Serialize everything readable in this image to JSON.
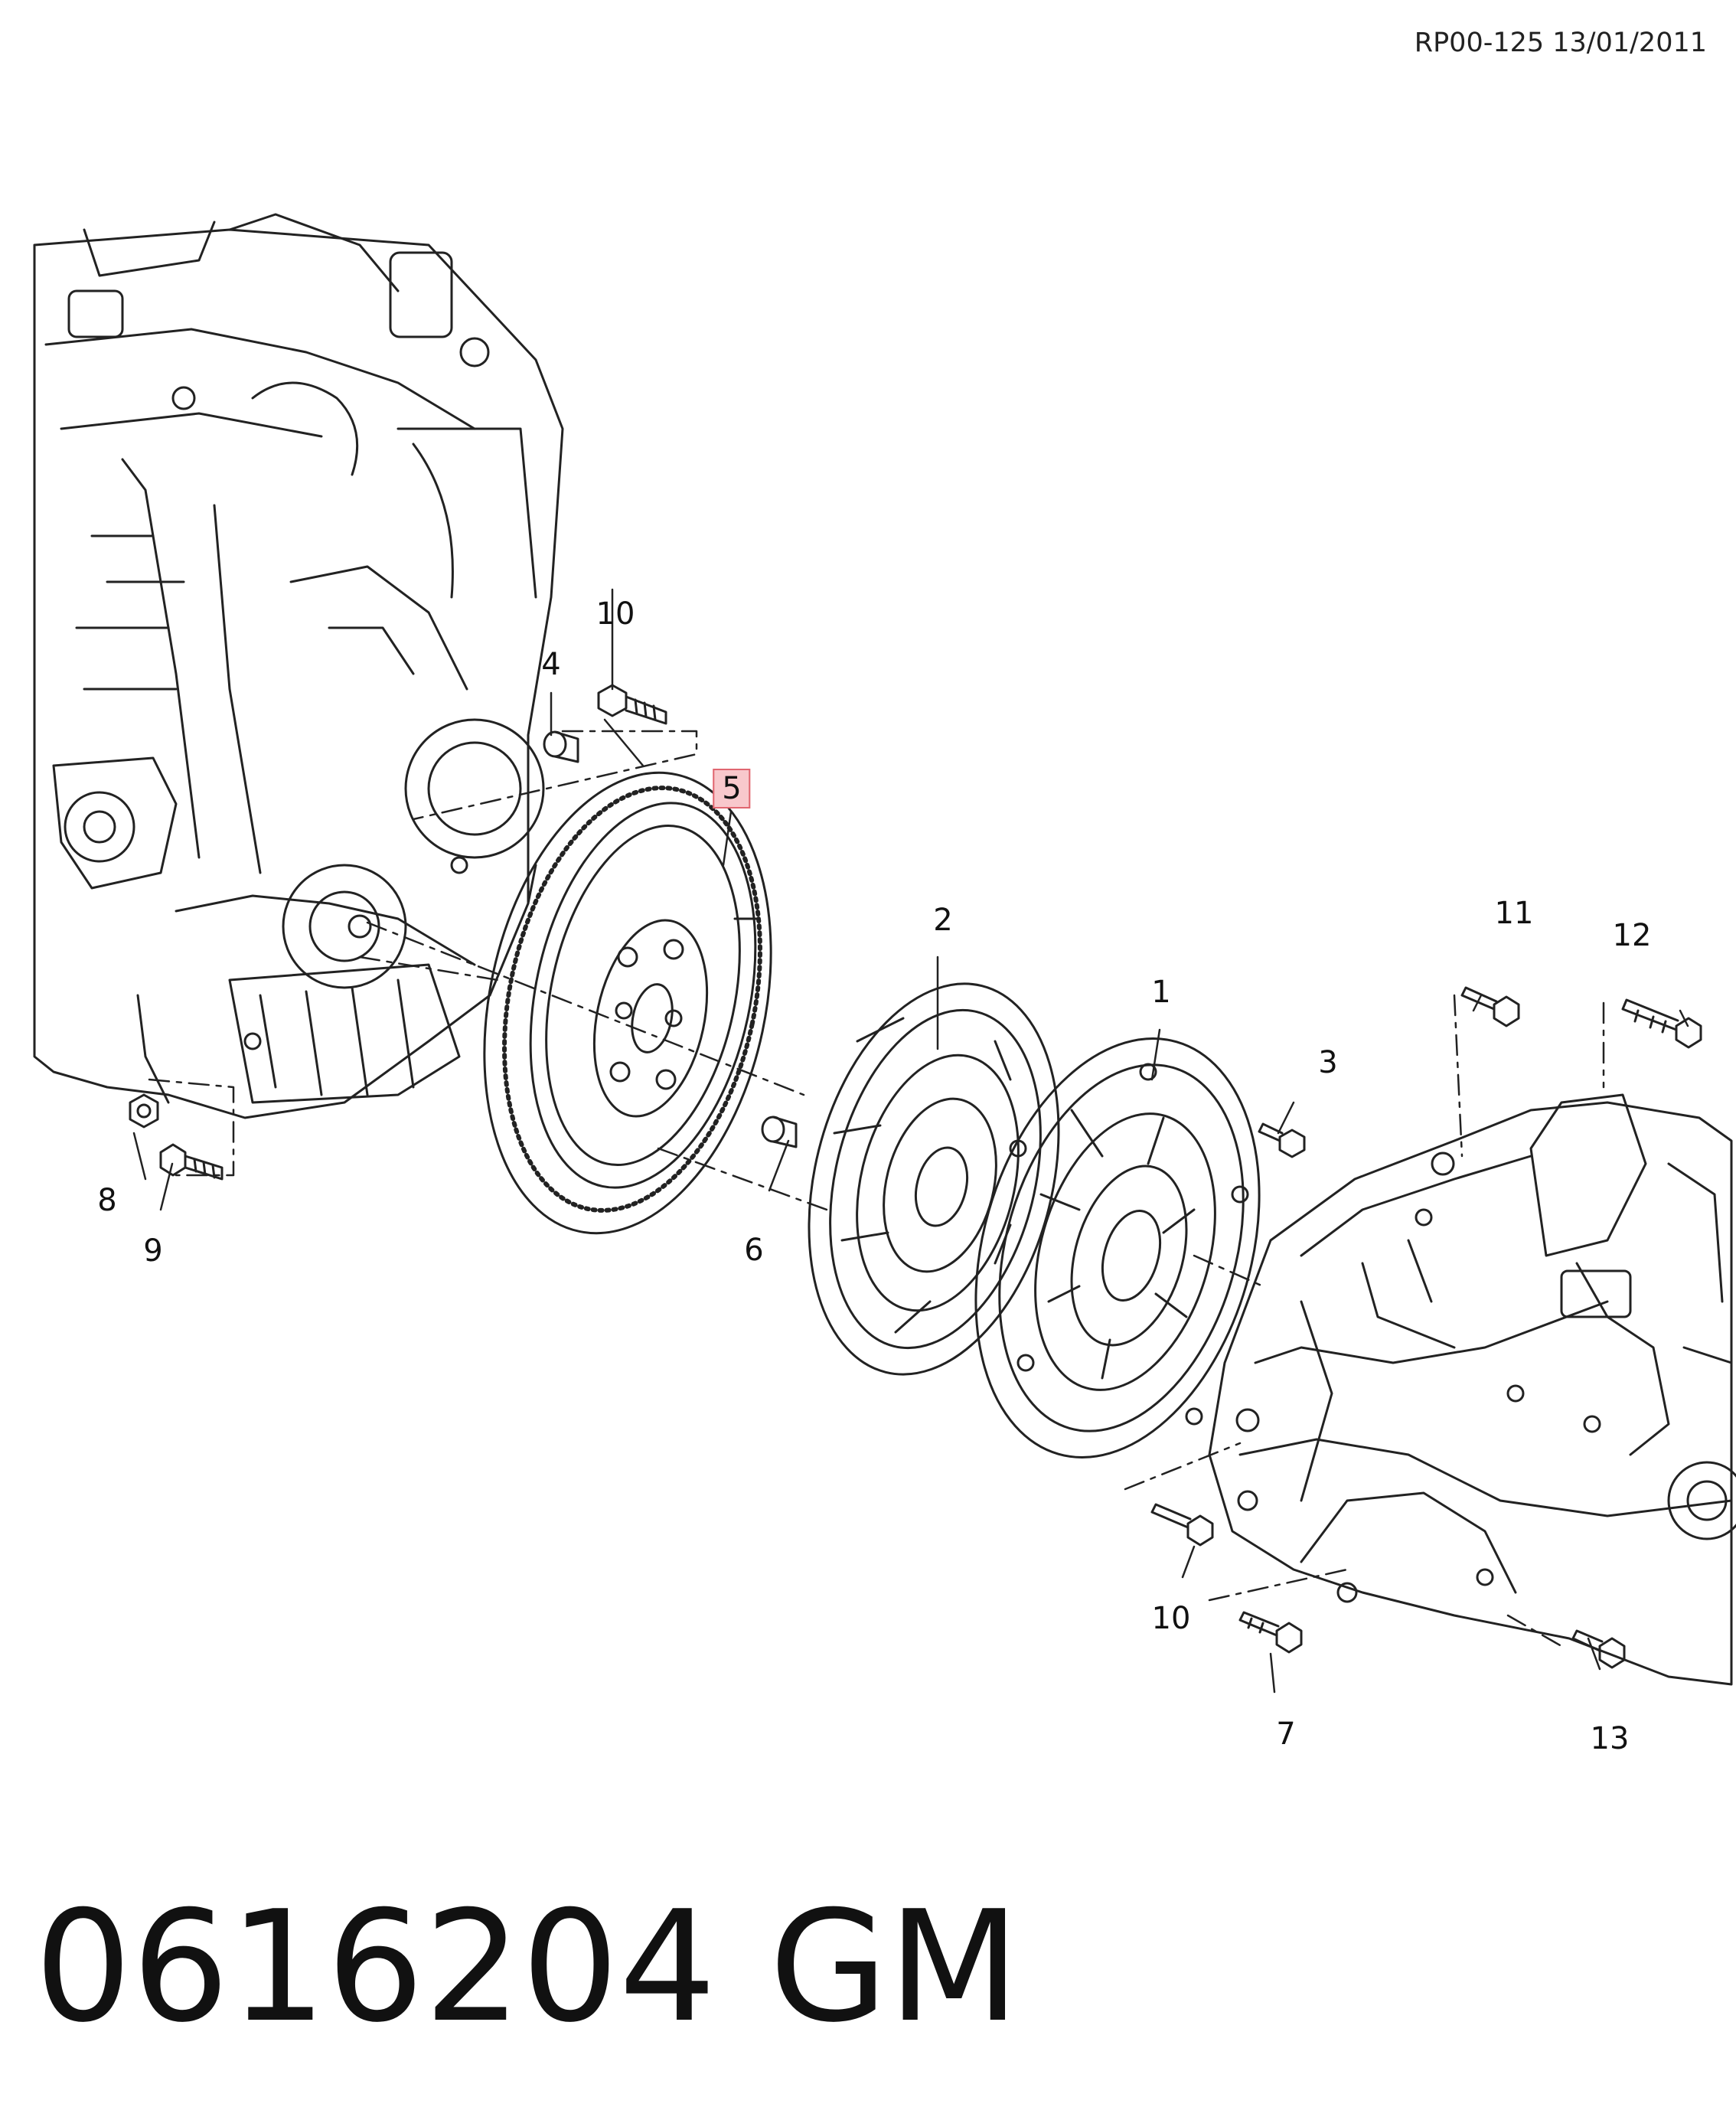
{
  "header": {
    "reference": "RP00-125 13/01/2011"
  },
  "callouts": {
    "c1": "1",
    "c2": "2",
    "c3": "3",
    "c4": "4",
    "c5": "5",
    "c6": "6",
    "c7": "7",
    "c8": "8",
    "c9": "9",
    "c10a": "10",
    "c10b": "10",
    "c11": "11",
    "c12": "12",
    "c13": "13"
  },
  "highlight_color": "#f8c8cc",
  "footer": {
    "part_number": "0616204",
    "brand": "GM"
  }
}
